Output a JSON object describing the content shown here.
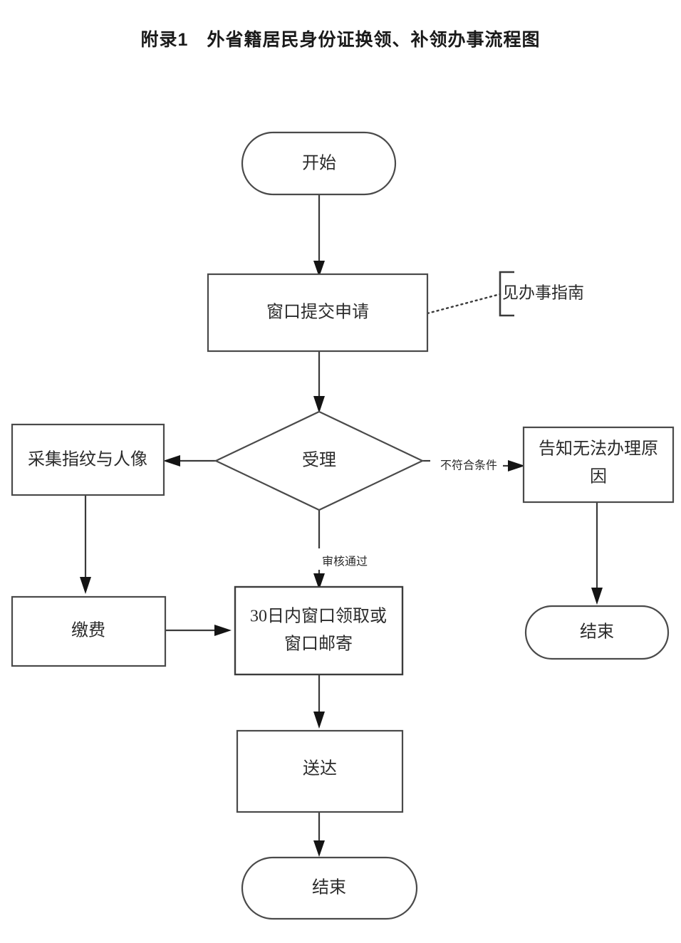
{
  "document": {
    "title": "附录1　外省籍居民身份证换领、补领办事流程图"
  },
  "flowchart": {
    "type": "flowchart",
    "orientation": "top-to-bottom",
    "nodes": [
      {
        "id": "start",
        "label": "开始",
        "shape": "terminator"
      },
      {
        "id": "submit",
        "label": "窗口提交申请",
        "shape": "process"
      },
      {
        "id": "accept",
        "label": "受理",
        "shape": "decision"
      },
      {
        "id": "collect",
        "label": "采集指纹与人像",
        "shape": "process"
      },
      {
        "id": "notify",
        "label": "告知无法办理原因",
        "shape": "process"
      },
      {
        "id": "pay",
        "label": "缴费",
        "shape": "process"
      },
      {
        "id": "pickup_1",
        "label": "30日内窗口领取或",
        "shape": "process"
      },
      {
        "id": "pickup_2",
        "label": "窗口邮寄",
        "shape": "process"
      },
      {
        "id": "deliver",
        "label": "送达",
        "shape": "process"
      },
      {
        "id": "end_main",
        "label": "结束",
        "shape": "terminator"
      },
      {
        "id": "end_side",
        "label": "结束",
        "shape": "terminator"
      }
    ],
    "edges": [
      {
        "from": "start",
        "to": "submit",
        "label": ""
      },
      {
        "from": "submit",
        "to": "accept",
        "label": ""
      },
      {
        "from": "accept",
        "to": "collect",
        "label": ""
      },
      {
        "from": "accept",
        "to": "notify",
        "label": "不符合条件"
      },
      {
        "from": "accept",
        "to": "pickup",
        "label": "审核通过"
      },
      {
        "from": "collect",
        "to": "pay",
        "label": ""
      },
      {
        "from": "pay",
        "to": "pickup",
        "label": ""
      },
      {
        "from": "pickup",
        "to": "deliver",
        "label": ""
      },
      {
        "from": "deliver",
        "to": "end_main",
        "label": ""
      },
      {
        "from": "notify",
        "to": "end_side",
        "label": ""
      }
    ],
    "annotations": [
      {
        "id": "guide_note",
        "label": "见办事指南",
        "attached_to": "submit",
        "connector": "dotted",
        "bracket": "left"
      }
    ]
  },
  "colors": {
    "page_background": "#ffffff",
    "shape_stroke": "#4a4a4a",
    "connector": "#3a3a3a",
    "text": "#2b2b2b",
    "title_text": "#1a1a1a"
  }
}
